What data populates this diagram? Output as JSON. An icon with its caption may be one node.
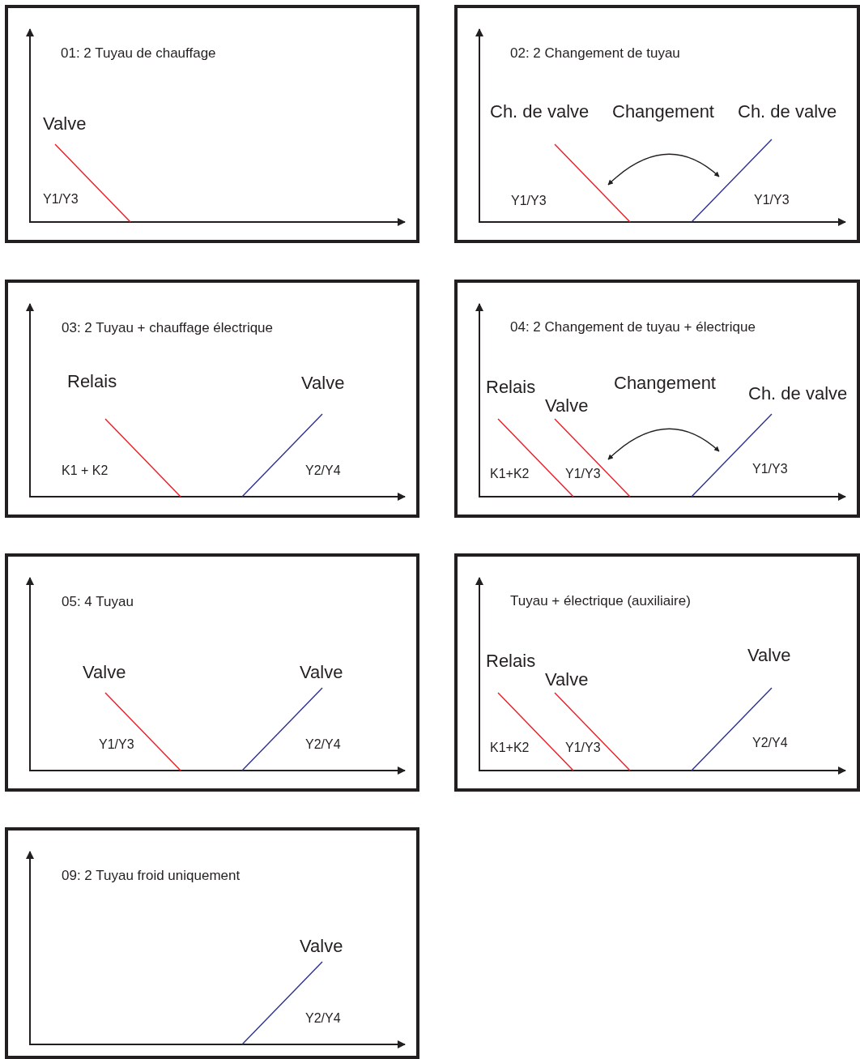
{
  "diagram": {
    "nodes": [
      {
        "text": [
          "01: 2 Tuyau de chauffage",
          "Valve",
          "Y1/Y3"
        ]
      },
      {
        "text": [
          "02: 2 Changement de tuyau",
          "Ch. de valve",
          "Changement",
          "Ch. de valve",
          "Y1/Y3",
          "Y1/Y3"
        ]
      },
      {
        "text": [
          "03: 2 Tuyau + chauffage électrique",
          "Relais",
          "Valve",
          "K1 + K2",
          "Y2/Y4"
        ]
      },
      {
        "text": [
          "04: 2 Changement de tuyau + électrique",
          "Relais",
          "Valve",
          "Changement",
          "Ch. de valve",
          "K1+K2",
          "Y1/Y3",
          "Y1/Y3"
        ]
      },
      {
        "text": [
          "05: 4 Tuyau",
          "Valve",
          "Valve",
          "Y1/Y3",
          "Y2/Y4"
        ]
      },
      {
        "text": [
          "Tuyau + électrique (auxiliaire)",
          "Relais",
          "Valve",
          "Valve",
          "K1+K2",
          "Y1/Y3",
          "Y2/Y4"
        ]
      },
      {
        "text": [
          "09: 2 Tuyau froid uniquement",
          "Valve",
          "Y2/Y4"
        ]
      }
    ]
  }
}
